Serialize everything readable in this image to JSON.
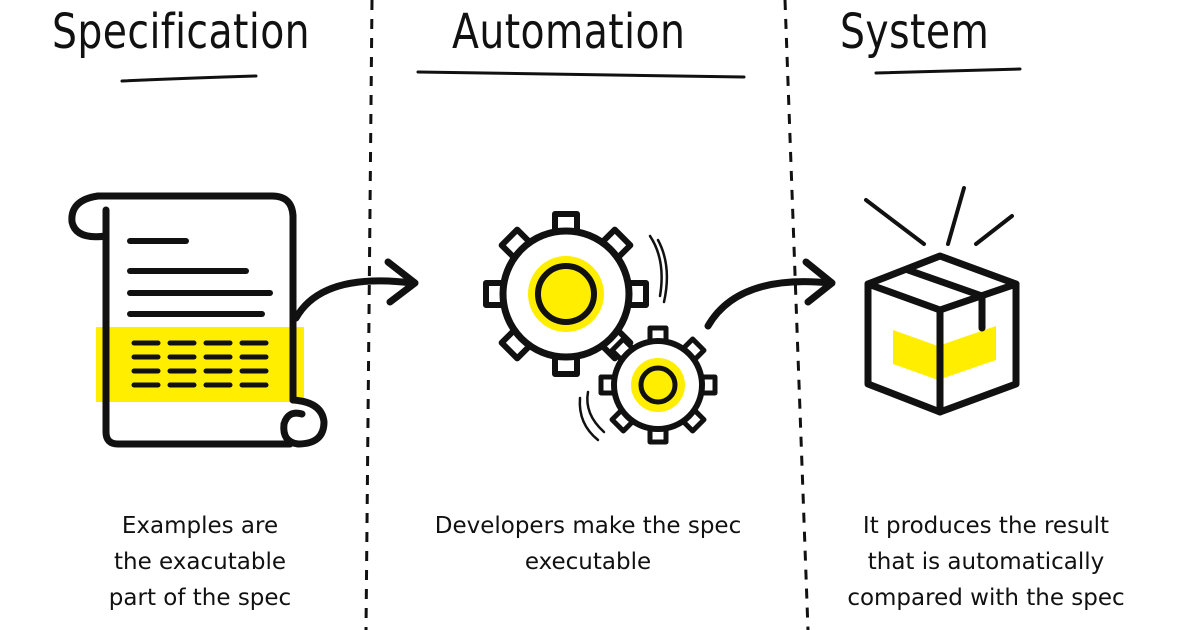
{
  "columns": [
    {
      "title": "Specification",
      "caption_lines": [
        "Examples are",
        "the exacutable",
        "part of the spec"
      ]
    },
    {
      "title": "Automation",
      "caption_lines": [
        "Developers make the spec",
        "executable"
      ]
    },
    {
      "title": "System",
      "caption_lines": [
        "It produces the result",
        "that is automatically",
        "compared with the spec"
      ]
    }
  ],
  "colors": {
    "ink": "#111111",
    "highlight": "#ffee00",
    "background": "#ffffff"
  },
  "icons": [
    "scroll-icon",
    "gears-icon",
    "box-icon",
    "arrow-right-icon"
  ]
}
